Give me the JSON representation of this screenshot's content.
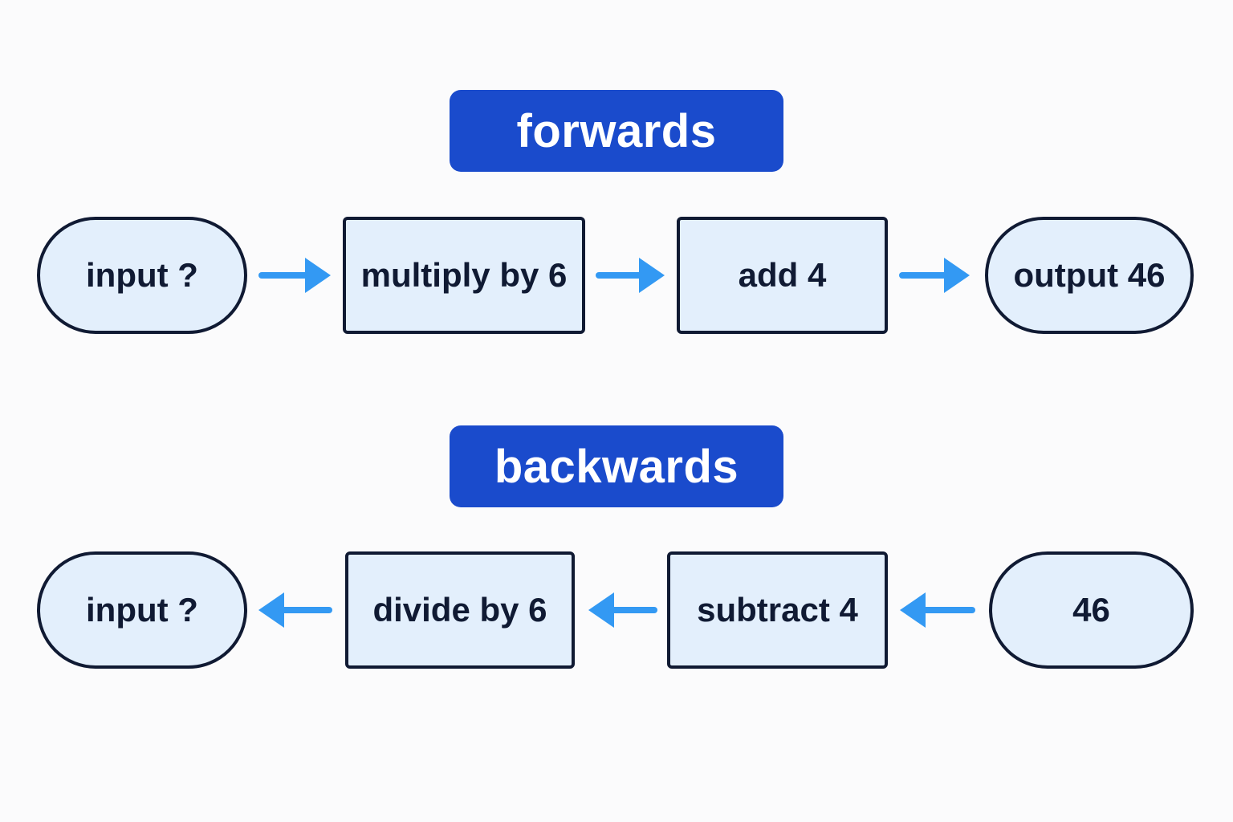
{
  "colors": {
    "banner": "#1a4bcc",
    "node_fill": "#e3effc",
    "node_border": "#101a33",
    "arrow": "#3399f3"
  },
  "forwards": {
    "title": "forwards",
    "nodes": [
      "input ?",
      "multiply by 6",
      "add 4",
      "output 46"
    ]
  },
  "backwards": {
    "title": "backwards",
    "nodes": [
      "input ?",
      "divide by 6",
      "subtract 4",
      "46"
    ]
  }
}
